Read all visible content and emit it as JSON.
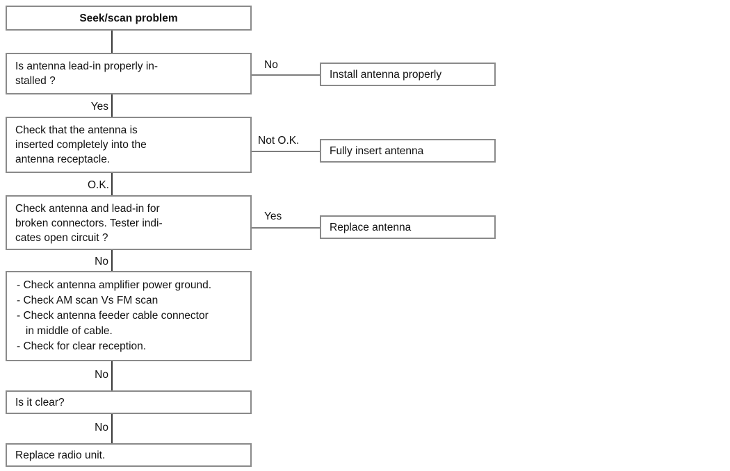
{
  "diagram": {
    "title": "Seek/scan problem",
    "type": "troubleshooting-flowchart"
  },
  "nodes": {
    "start": {
      "label": "Seek/scan problem"
    },
    "check_lead_in": {
      "label": "Is antenna lead-in properly in-\nstalled ?"
    },
    "install_antenna": {
      "label": "Install antenna properly"
    },
    "check_inserted": {
      "label": "Check that the antenna is\ninserted completely into the\nantenna receptacle."
    },
    "fully_insert": {
      "label": "Fully insert antenna"
    },
    "check_broken": {
      "label": "Check antenna and lead-in for\nbroken connectors. Tester indi-\ncates open circuit ?"
    },
    "replace_antenna": {
      "label": "Replace antenna"
    },
    "checklist": {
      "lines": [
        "- Check antenna amplifier power ground.",
        "- Check AM scan Vs FM scan",
        "- Check antenna feeder cable connector",
        "   in middle of cable.",
        "- Check for clear reception."
      ]
    },
    "is_it_clear": {
      "label": "Is it clear?"
    },
    "replace_radio": {
      "label": "Replace radio unit."
    }
  },
  "edge_labels": {
    "start_to_lead_in": "",
    "lead_in_no": "No",
    "lead_in_yes": "Yes",
    "inserted_not_ok": "Not O.K.",
    "inserted_ok": "O.K.",
    "broken_yes": "Yes",
    "broken_no": "No",
    "checklist_no": "No",
    "clear_no": "No"
  },
  "colors": {
    "box_border": "#8a8a8a",
    "connector": "#3b3b3b",
    "background": "#ffffff",
    "text": "#111111"
  }
}
